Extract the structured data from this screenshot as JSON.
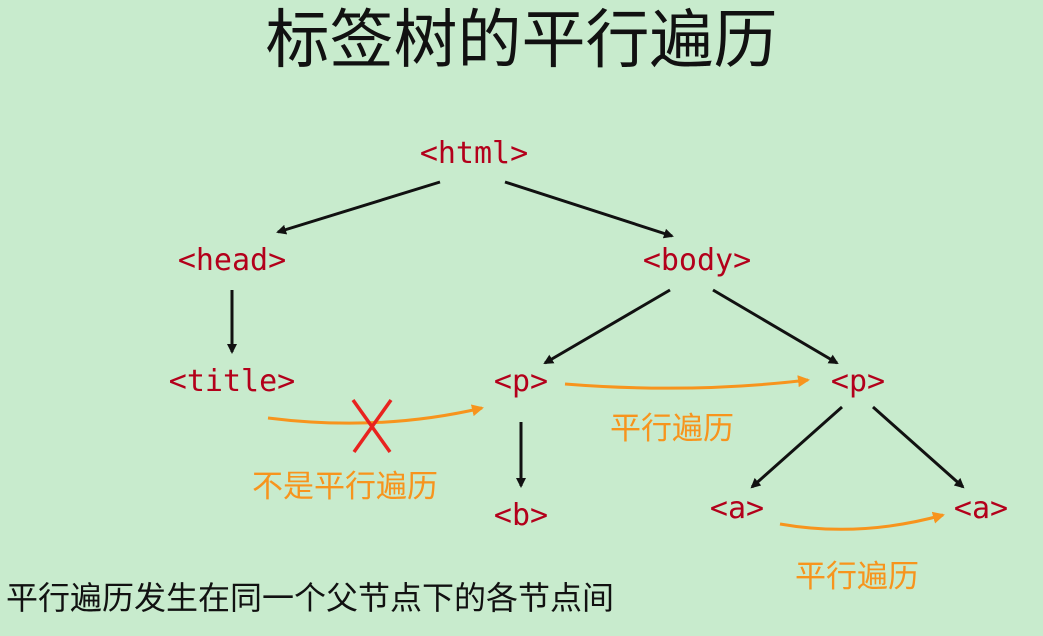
{
  "title": "标签树的平行遍历",
  "nodes": {
    "html": "<html>",
    "head": "<head>",
    "body": "<body>",
    "title": "<title>",
    "p1": "<p>",
    "p2": "<p>",
    "b": "<b>",
    "a1": "<a>",
    "a2": "<a>"
  },
  "labels": {
    "not_parallel": "不是平行遍历",
    "parallel_1": "平行遍历",
    "parallel_2": "平行遍历"
  },
  "note": "平行遍历发生在同一个父节点下的各节点间",
  "colors": {
    "background": "#c8ebcd",
    "tag": "#b3001b",
    "orange": "#f7941d",
    "cross": "#e8231f",
    "black": "#111111"
  },
  "icons": {
    "cross": "x-cross-icon"
  }
}
